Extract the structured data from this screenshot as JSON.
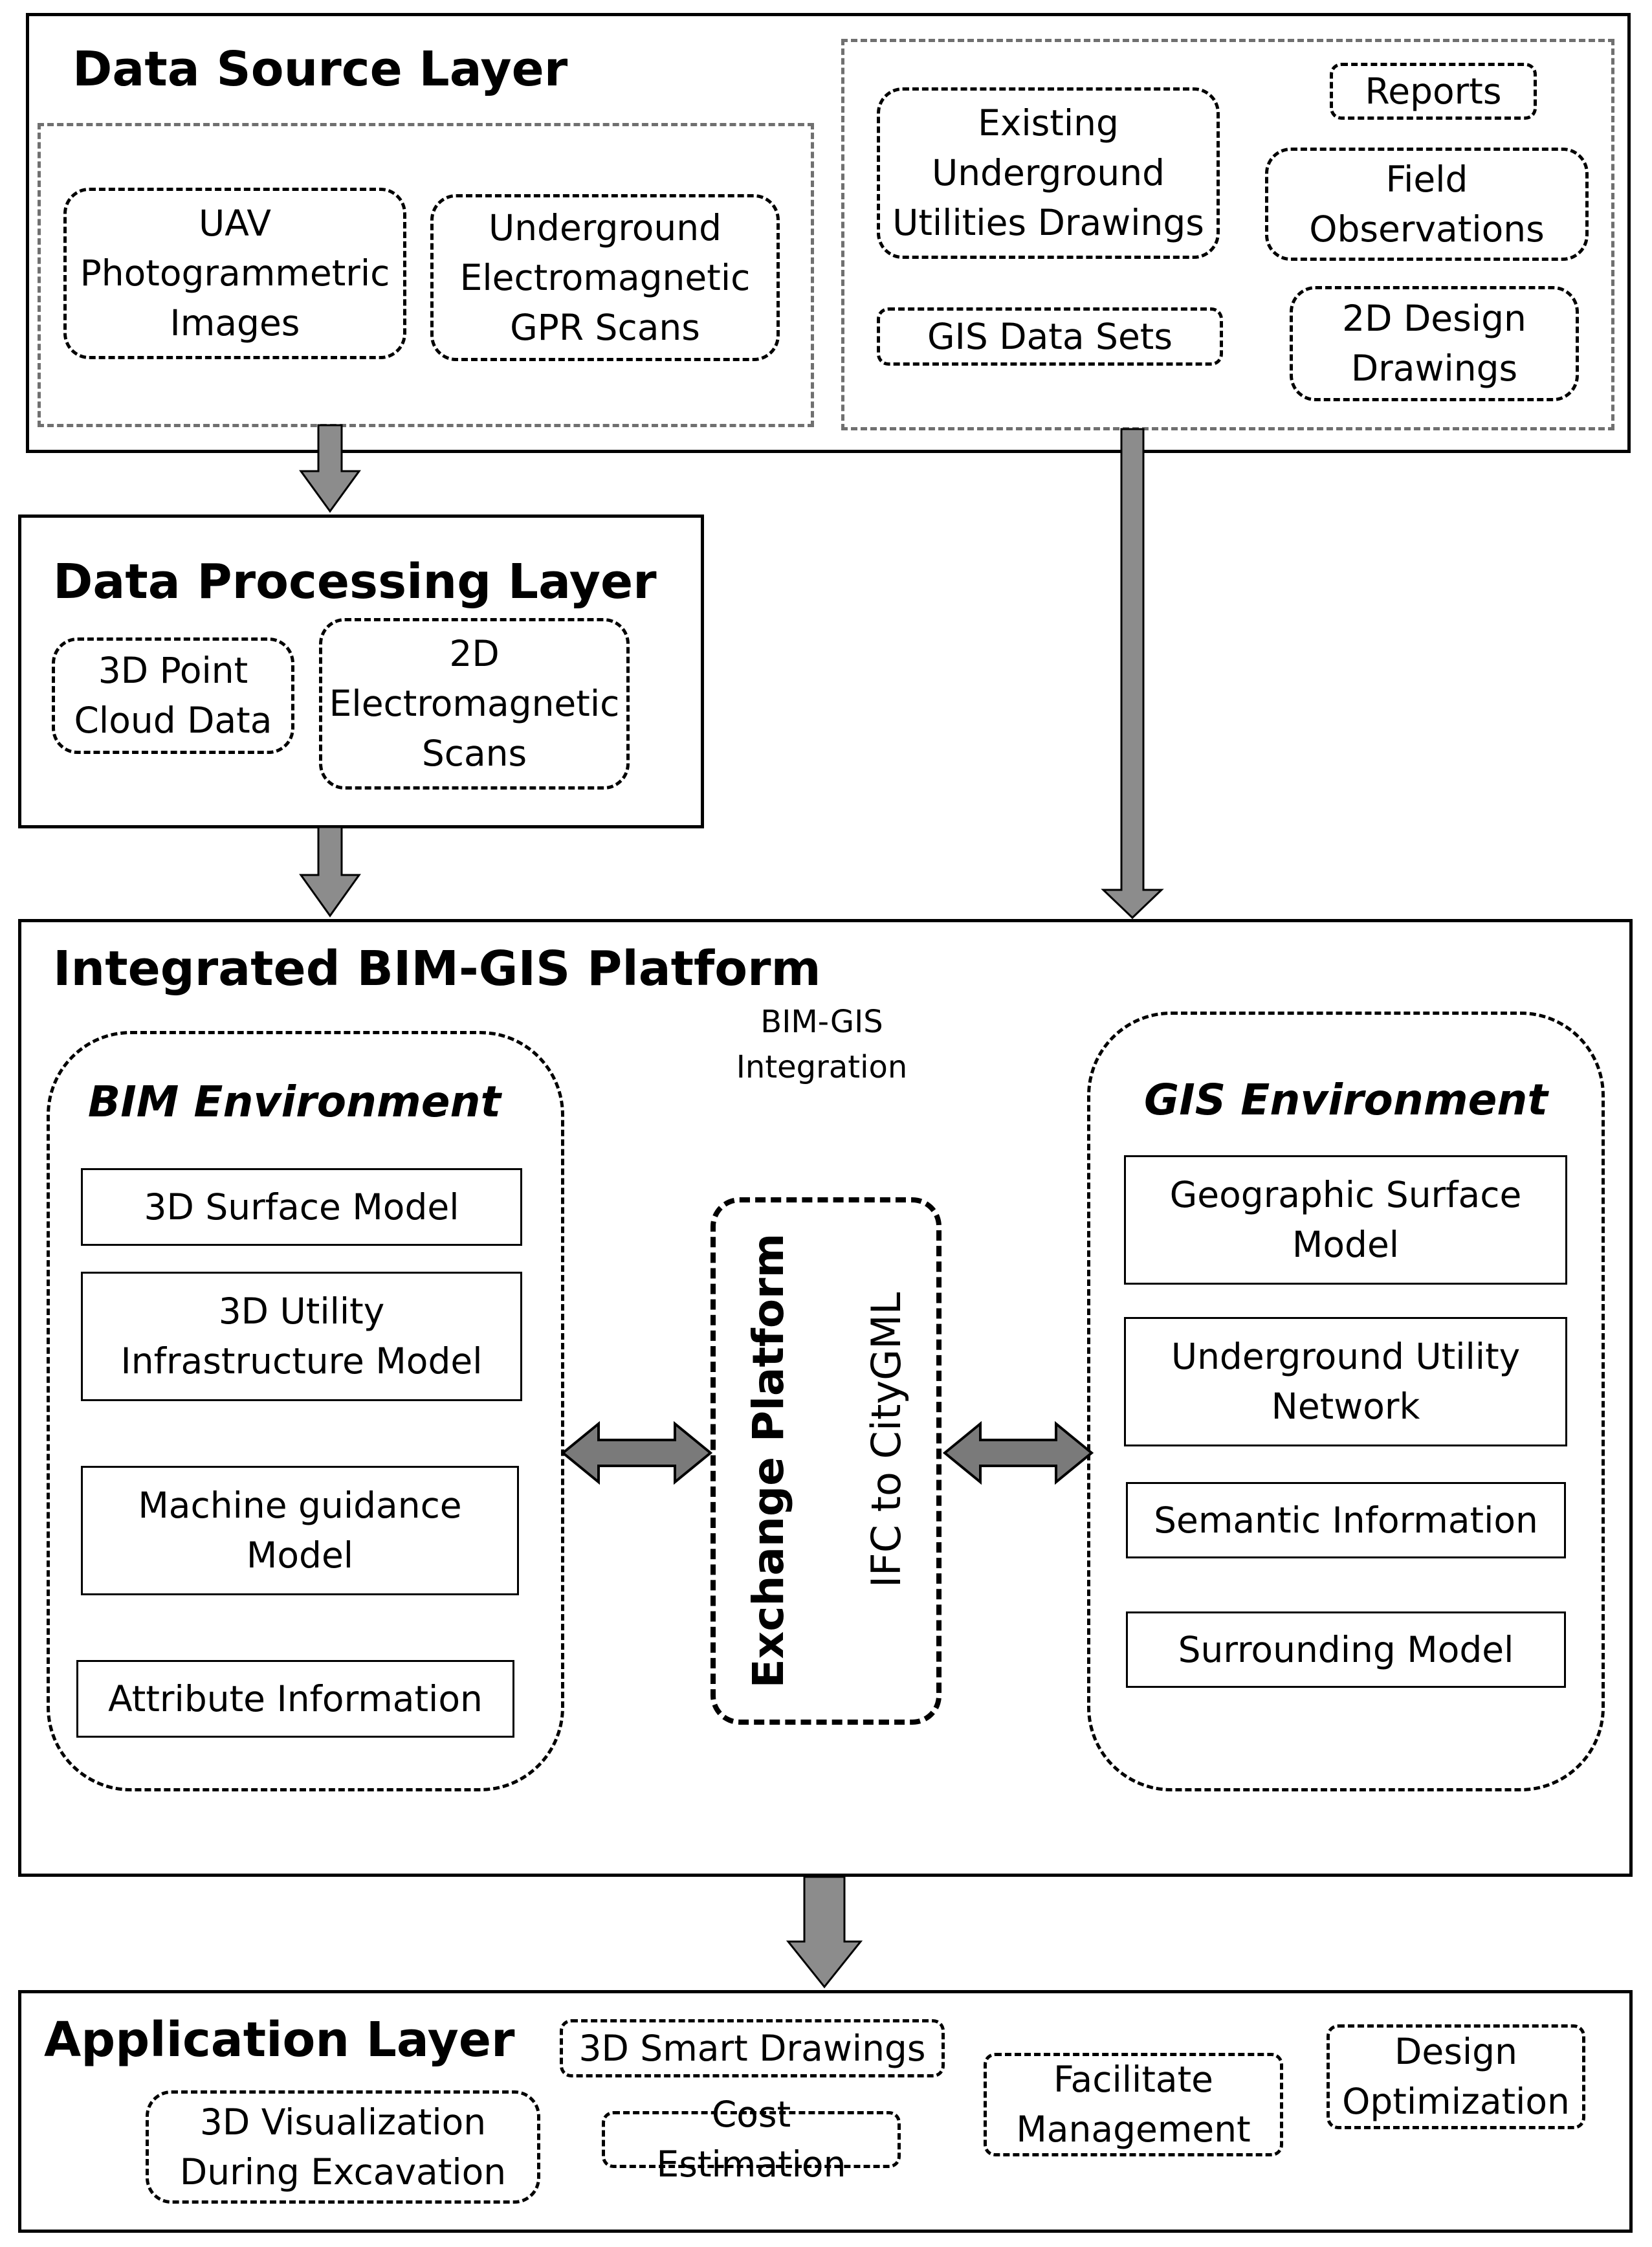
{
  "data_source_layer": {
    "title": "Data Source Layer",
    "left_items": [
      "UAV Photogrammetric Images",
      "Underground Electromagnetic GPR Scans"
    ],
    "right_items": {
      "existing": "Existing Underground Utilities Drawings",
      "reports": "Reports",
      "field": "Field Observations",
      "gis": "GIS Data Sets",
      "design2d": "2D Design Drawings"
    }
  },
  "data_processing_layer": {
    "title": "Data Processing Layer",
    "items": [
      "3D Point Cloud Data",
      "2D Electromagnetic Scans"
    ]
  },
  "platform": {
    "title": "Integrated BIM-GIS Platform",
    "integration_label": "BIM-GIS Integration",
    "bim": {
      "title": "BIM Environment",
      "items": [
        "3D Surface Model",
        "3D Utility Infrastructure Model",
        "Machine guidance Model",
        "Attribute Information"
      ]
    },
    "exchange": {
      "title": "Exchange Platform",
      "subtitle": "IFC to CityGML"
    },
    "gis": {
      "title": "GIS Environment",
      "items": [
        "Geographic Surface Model",
        "Underground Utility Network",
        "Semantic Information",
        "Surrounding Model"
      ]
    }
  },
  "application_layer": {
    "title": "Application Layer",
    "items": {
      "smart": "3D Smart Drawings",
      "facilitate": "Facilitate Management",
      "design": "Design Optimization",
      "visualization": "3D Visualization During Excavation",
      "cost": "Cost Estimation"
    }
  }
}
